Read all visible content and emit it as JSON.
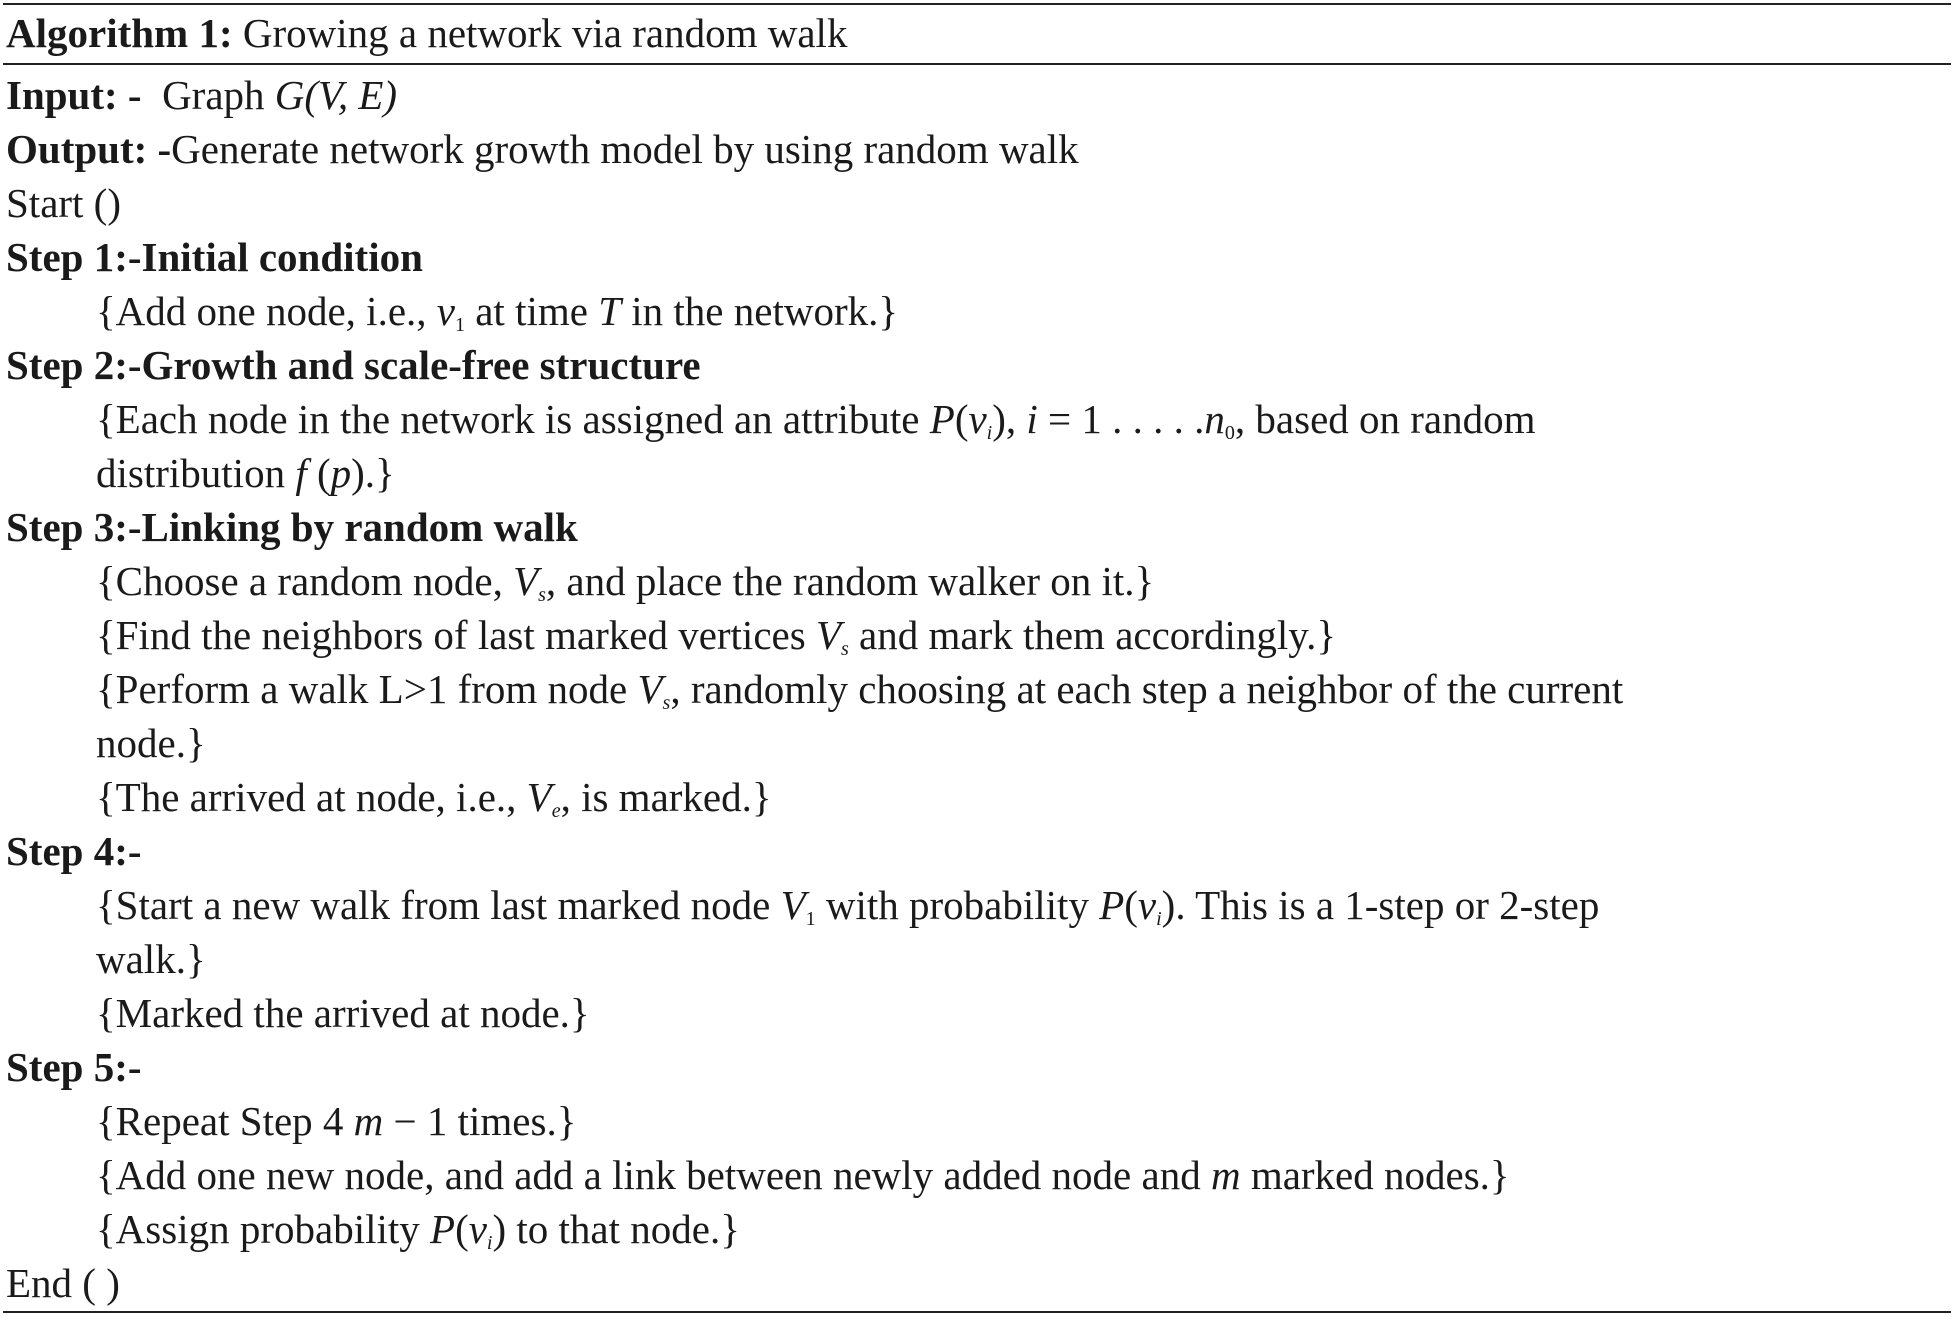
{
  "algorithm": {
    "label": "Algorithm 1:",
    "title": "Growing a network via random walk"
  },
  "input": {
    "label": "Input: -",
    "text_a": "  Graph ",
    "math": "G(V, E)"
  },
  "output": {
    "label": "Output: -",
    "text": "Generate network growth model by using random walk"
  },
  "start": "Start ()",
  "step1": {
    "heading": "Step 1:-Initial condition",
    "l1_a": "{Add one node, i.e., ",
    "l1_v": "v",
    "l1_sub": "1",
    "l1_b": " at time ",
    "l1_T": "T",
    "l1_c": " in the network.}"
  },
  "step2": {
    "heading": "Step 2:-Growth and scale-free structure",
    "l1_a": "{Each node in the network is assigned an attribute ",
    "l1_P": "P",
    "l1_open": "(",
    "l1_v": "v",
    "l1_sub": "i",
    "l1_close": "), ",
    "l1_i": "i",
    "l1_eq": " = 1 . . . . .",
    "l1_n": "n",
    "l1_n_sub": "0",
    "l1_b": ", based on random",
    "l2_a": "distribution ",
    "l2_f": "f",
    "l2_b": " (",
    "l2_p": "p",
    "l2_c": ").}"
  },
  "step3": {
    "heading": "Step 3:-Linking by random walk",
    "l1_a": "{Choose a random node, ",
    "l1_V": "V",
    "l1_sub": "s",
    "l1_b": ", and place the random walker on it.}",
    "l2_a": "{Find the neighbors of last marked vertices ",
    "l2_V": "V",
    "l2_sub": "s",
    "l2_b": " and mark them accordingly.}",
    "l3_a": "{Perform a walk L>1 from node ",
    "l3_V": "V",
    "l3_sub": "s",
    "l3_b": ", randomly choosing at each step a neighbor of the current",
    "l4": "node.}",
    "l5_a": "{The arrived at node, i.e., ",
    "l5_V": "V",
    "l5_sub": "e",
    "l5_b": ", is marked.}"
  },
  "step4": {
    "heading": "Step 4:-",
    "l1_a": "{Start a new walk from last marked node ",
    "l1_V": "V",
    "l1_sub": "1",
    "l1_b": " with probability ",
    "l1_P": "P",
    "l1_open": "(",
    "l1_v": "v",
    "l1_vsub": "i",
    "l1_c": "). This is a 1-step or 2-step",
    "l2": "walk.}",
    "l3": "{Marked the arrived at node.}"
  },
  "step5": {
    "heading": "Step 5:-",
    "l1_a": "{Repeat Step 4 ",
    "l1_m": "m",
    "l1_b": " − 1 times.}",
    "l2_a": "{Add one new node, and add a link between newly added node and ",
    "l2_m": "m",
    "l2_b": " marked nodes.}",
    "l3_a": "{Assign probability ",
    "l3_P": "P",
    "l3_open": "(",
    "l3_v": "v",
    "l3_sub": "i",
    "l3_b": ") to that node.}"
  },
  "end": "End ( )"
}
